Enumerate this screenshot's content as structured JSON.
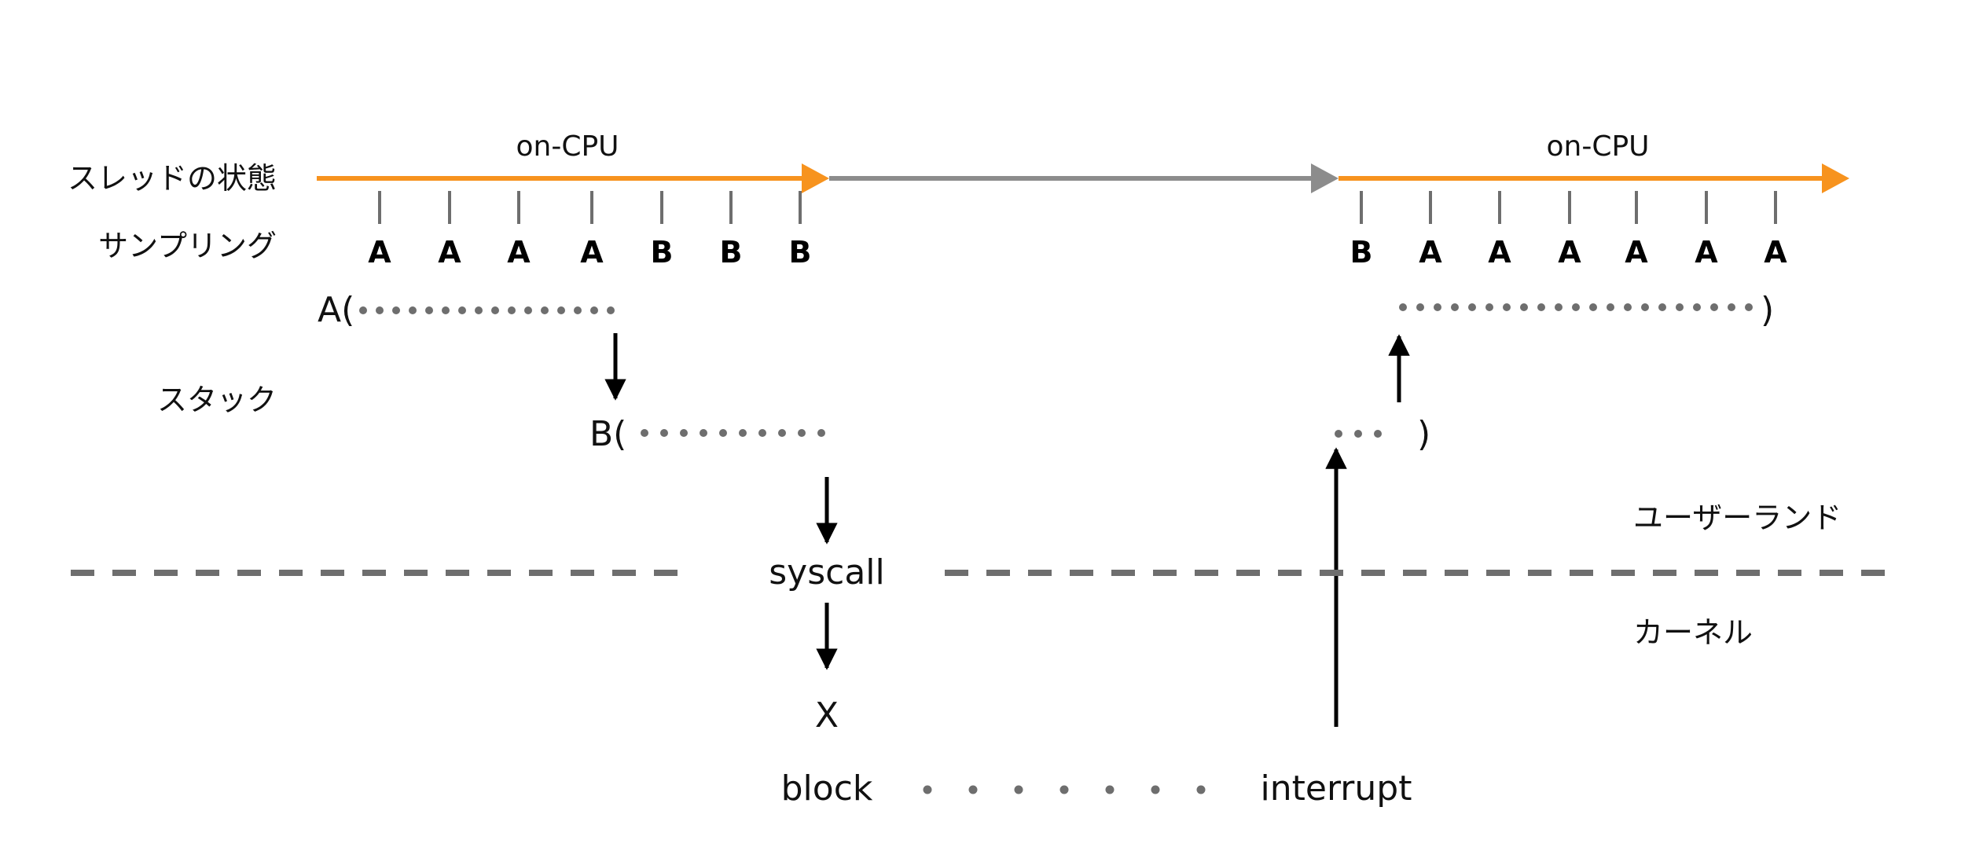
{
  "labels": {
    "thread_state": "スレッドの状態",
    "sampling": "サンプリング",
    "stack": "スタック",
    "userland": "ユーザーランド",
    "kernel": "カーネル"
  },
  "timeline": {
    "segment1_label": "on-CPU",
    "segment2_label": "on-CPU"
  },
  "samples": {
    "group1": [
      "A",
      "A",
      "A",
      "A",
      "B",
      "B",
      "B"
    ],
    "group2": [
      "B",
      "A",
      "A",
      "A",
      "A",
      "A",
      "A"
    ]
  },
  "stack_frames": {
    "a_open": "A(",
    "b_open": "B(",
    "b_close": ")",
    "a_close": ")"
  },
  "kernel": {
    "syscall": "syscall",
    "x": "X",
    "block": "block",
    "interrupt": "interrupt"
  },
  "colors": {
    "on_cpu": "#F7931E",
    "off_cpu": "#8C8C8C",
    "dots": "#6E6E6E",
    "arrows": "#000000",
    "ticks": "#6E6E6E",
    "divider": "#6E6E6E"
  }
}
